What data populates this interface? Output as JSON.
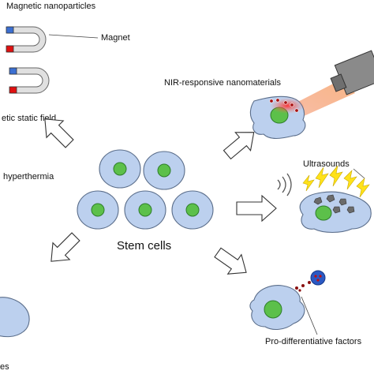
{
  "labels": {
    "magnetic_nanoparticles": "Magnetic nanoparticles",
    "magnet": "Magnet",
    "static_field": "etic static field",
    "hyperthermia": "hyperthermia",
    "nir": "NIR-responsive nanomaterials",
    "ultrasounds": "Ultrasounds",
    "stem_cells": "Stem cells",
    "pro_diff": "Pro-differentiative factors",
    "bottom_left": "es"
  },
  "colors": {
    "cell_fill": "#bcd0ee",
    "cell_stroke": "#5a6d8a",
    "nucleus_fill": "#5cc04a",
    "nucleus_stroke": "#2e7d2a",
    "magnet_gray": "#e0e0e0",
    "magnet_blue": "#3b6fd1",
    "magnet_red": "#e01010",
    "laser": "#f4a26a",
    "bolt": "#ffe21a"
  }
}
